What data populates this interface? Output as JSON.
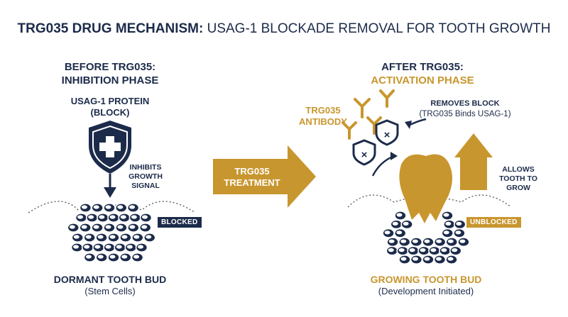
{
  "title": {
    "bold": "TRG035 DRUG MECHANISM:",
    "rest": " USAG-1 BLOCKADE REMOVAL FOR TOOTH GROWTH"
  },
  "before": {
    "heading_line1": "BEFORE TRG035:",
    "heading_line2": "INHIBITION PHASE",
    "protein_line1": "USAG-1 PROTEIN",
    "protein_line2": "(BLOCK)",
    "inhibits_line1": "INHIBITS",
    "inhibits_line2": "GROWTH",
    "inhibits_line3": "SIGNAL",
    "badge": "BLOCKED",
    "bud_title": "DORMANT TOOTH BUD",
    "bud_sub": "(Stem Cells)"
  },
  "treatment": {
    "line1": "TRG035",
    "line2": "TREATMENT"
  },
  "after": {
    "heading_line1": "AFTER TRG035:",
    "heading_line2": "ACTIVATION PHASE",
    "antibody_line1": "TRG035",
    "antibody_line2": "ANTIBODY",
    "removes_title": "REMOVES BLOCK",
    "removes_sub": "(TRG035 Binds USAG-1)",
    "allows_line1": "ALLOWS",
    "allows_line2": "TOOTH TO",
    "allows_line3": "GROW",
    "badge": "UNBLOCKED",
    "bud_title": "GROWING TOOTH BUD",
    "bud_sub": "(Development Initiated)"
  },
  "colors": {
    "navy": "#1c2b4a",
    "gold": "#c8962e",
    "white": "#ffffff"
  },
  "icons": [
    "shield-cross-icon",
    "down-arrow-icon",
    "right-arrow-icon",
    "antibody-icon",
    "tooth-icon",
    "up-arrow-icon",
    "cell-cluster-icon"
  ]
}
